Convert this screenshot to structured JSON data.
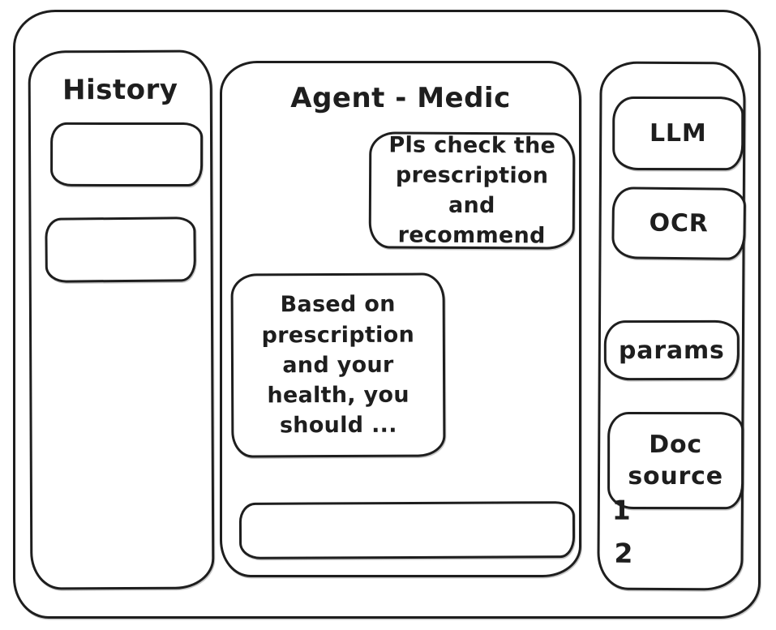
{
  "app": {
    "background": "#ffffff",
    "ink_color": "#1e1e1e"
  },
  "history_panel": {
    "title": "History",
    "items": [
      {
        "label": ""
      },
      {
        "label": ""
      }
    ]
  },
  "chat_panel": {
    "title": "Agent - Medic",
    "messages": [
      {
        "role": "user",
        "text": "Pls check the prescription and recommend"
      },
      {
        "role": "assistant",
        "text": "Based on prescription and your health, you should ..."
      }
    ],
    "input": {
      "value": "",
      "placeholder": ""
    }
  },
  "tools_panel": {
    "llm_button": "LLM",
    "ocr_button": "OCR",
    "params_button": "params",
    "doc_source_button": "Doc source",
    "doc_items": [
      "1",
      "2"
    ]
  }
}
